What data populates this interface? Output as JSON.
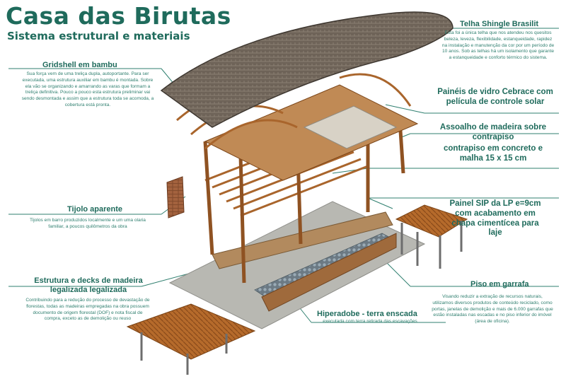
{
  "title": "Casa das Birutas",
  "subtitle": "Sistema estrutural e materiais",
  "labels": {
    "gridshell": {
      "name": "Gridshell em bambu",
      "desc": "Sua força vem de uma treliça dupla, autoportante. Para ser executada, uma estrutura auxiliar em bambu é montada. Sobre ela vão se organizando e amarrando as varas que formam a treliça definitiva. Pouco a pouco esta estrutura preliminar vai sendo desmontada e assim que a estrutura toda se acomoda, a cobertura está pronta."
    },
    "tijolo": {
      "name": "Tijolo aparente",
      "desc": "Tijolos em barro produzidos localmente e um uma olaria familiar, a poucos quilômetros da obra"
    },
    "estrutura": {
      "name": "Estrutura e decks de madeira legalizada legalizada",
      "desc": "Contribuindo para a redução do processo de devastação de florestas, todas as madeiras empregadas na obra possuem documento de origem florestal (DOF) e nota fiscal de compra, exceto as de demolição ou reuso"
    },
    "hiperadobe": {
      "name": "Hiperadobe - terra enscada",
      "desc": "executada com terra retirada das escavações"
    },
    "telha": {
      "name": "Telha Shingle Brasilit",
      "desc": "Esta foi a única telha que nos atendeu nos quesitos beleza, leveza, flexibilidade, estanqueidade, rapidez na instalação e manutenção da cor por um período de 10 anos. Sob as telhas há um isolamento que garante a estanqueidade e conforto térmico do sistema."
    },
    "paineis": {
      "name": "Painéis de vidro Cebrace com película de controle solar"
    },
    "assoalho": {
      "name": "Assoalho de madeira sobre contrapiso"
    },
    "contrapiso": {
      "name": "contrapiso em concreto e malha 15 x 15 cm"
    },
    "sip": {
      "name": "Painel SIP da LP e=9cm com acabamento em chapa cimentícea para laje"
    },
    "piso": {
      "name": "Piso em garrafa",
      "desc": "Visando reduzir a extração de recursos naturais, utilizamos diversos produtos de conteúdo reciclado, como portas, janelas de demolição e mais de 6.000 garrafas que estão instaladas nas escadas e no piso inferior do imóvel (área de oficina)."
    }
  },
  "colors": {
    "accent": "#1f6b5c",
    "text": "#2f7f6f",
    "wood": "#a9652c",
    "roof": "#6e6358",
    "concrete": "#b8b8b2"
  }
}
